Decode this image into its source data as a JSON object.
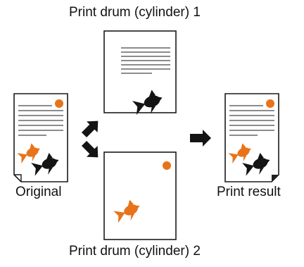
{
  "labels": {
    "drum1": "Print drum (cylinder) 1",
    "drum2": "Print drum (cylinder) 2",
    "original": "Original",
    "result": "Print result"
  },
  "icons": {
    "dot": "orange-dot-icon",
    "fish_orange": "orange-goldfish-icon",
    "fish_black": "black-goldfish-icon",
    "arrow": "arrow-icon",
    "page": "page-icon"
  },
  "colors": {
    "line": "#1a1a1a",
    "page": "#ffffff",
    "dot": "#e8731a",
    "fish_orange": "#e8731a",
    "fish_black": "#141414",
    "arrow": "#141414",
    "fold": "#222222"
  }
}
